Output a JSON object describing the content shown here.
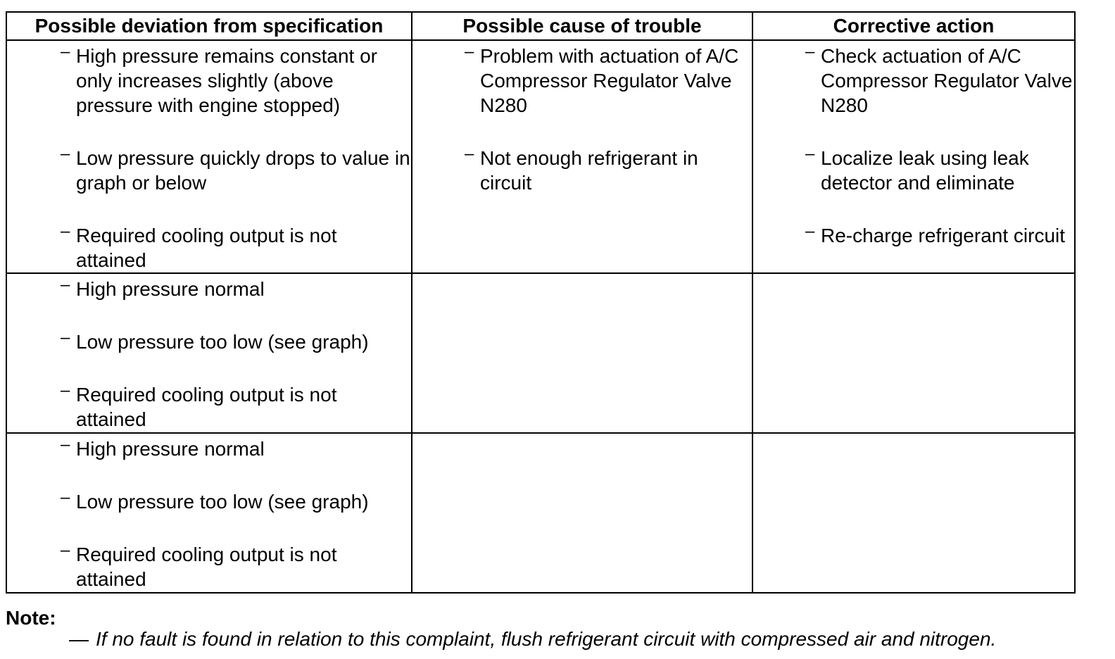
{
  "table": {
    "headers": [
      "Possible deviation from specification",
      "Possible cause of trouble",
      "Corrective action"
    ],
    "dash": "–",
    "rows": [
      {
        "deviation": [
          "High pressure remains constant or only increases slightly (above pressure with engine stopped)",
          "Low pressure quickly drops to value in graph or below",
          "Required cooling output is not attained"
        ],
        "cause": [
          "Problem with actuation of A/C Compressor Regulator Valve N280",
          "Not enough refrigerant in circuit"
        ],
        "action": [
          "Check actuation of A/C Compressor Regulator Valve N280",
          "Localize leak using leak detector and eliminate",
          "Re-charge refrigerant circuit"
        ]
      },
      {
        "deviation": [
          "High pressure normal",
          "Low pressure too low (see graph)",
          "Required cooling output is not attained"
        ],
        "cause": [],
        "action": []
      },
      {
        "deviation": [
          "High pressure normal",
          "Low pressure too low (see graph)",
          "Required cooling output is not attained"
        ],
        "cause": [],
        "action": []
      }
    ]
  },
  "note": {
    "label": "Note:",
    "dash": "—",
    "text": "If no fault is found in relation to this complaint, flush refrigerant circuit with compressed air and nitrogen."
  }
}
